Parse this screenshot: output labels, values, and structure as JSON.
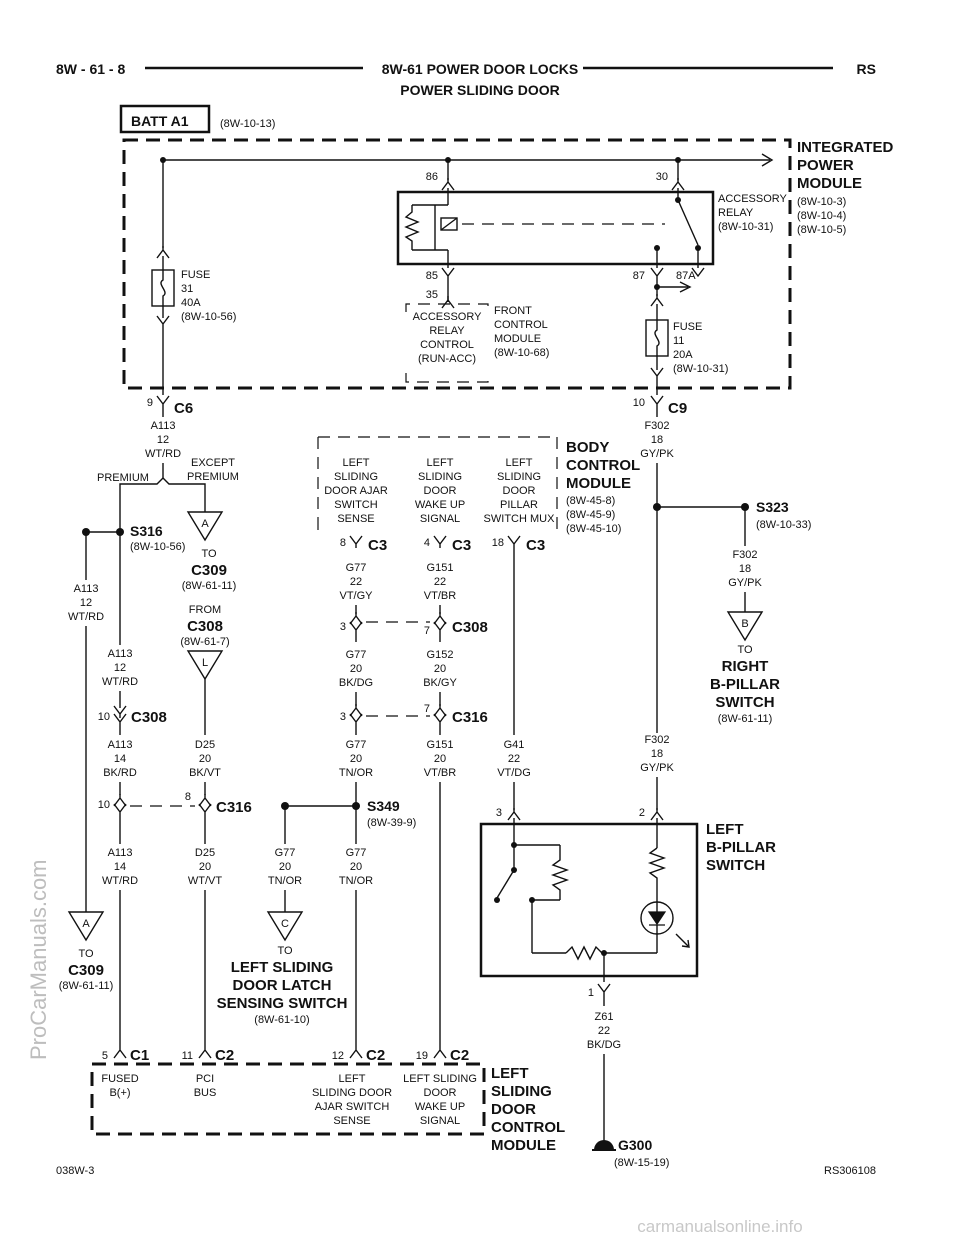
{
  "header": {
    "page": "8W - 61 - 8",
    "title": "8W-61 POWER DOOR LOCKS",
    "subtitle": "POWER SLIDING DOOR",
    "model": "RS"
  },
  "footer": {
    "left": "038W-3",
    "right": "RS306108"
  },
  "watermarks": {
    "side": "ProCarManuals.com",
    "bottom": "carmanualsonline.info"
  },
  "batt": {
    "label": "BATT A1",
    "ref": "(8W-10-13)"
  },
  "ipm": {
    "name": [
      "INTEGRATED",
      "POWER",
      "MODULE"
    ],
    "refs": [
      "(8W-10-3)",
      "(8W-10-4)",
      "(8W-10-5)"
    ],
    "relay": [
      "ACCESSORY",
      "RELAY",
      "(8W-10-31)"
    ],
    "pins": {
      "p86": "86",
      "p30": "30",
      "p85": "85",
      "p87": "87",
      "p87a": "87A"
    },
    "fuse31": [
      "FUSE",
      "31",
      "40A",
      "(8W-10-56)"
    ],
    "fuse11": [
      "FUSE",
      "11",
      "20A",
      "(8W-10-31)"
    ],
    "c6": {
      "pin": "9",
      "name": "C6"
    },
    "c9": {
      "pin": "10",
      "name": "C9"
    }
  },
  "fcm": {
    "pin": "35",
    "box": [
      "ACCESSORY",
      "RELAY",
      "CONTROL",
      "(RUN-ACC)"
    ],
    "name": [
      "FRONT",
      "CONTROL",
      "MODULE",
      "(8W-10-68)"
    ]
  },
  "wires": {
    "a113_12_top": [
      "A113",
      "12",
      "WT/RD"
    ],
    "a113_12_left": [
      "A113",
      "12",
      "WT/RD"
    ],
    "a113_12_mid": [
      "A113",
      "12",
      "WT/RD"
    ],
    "a113_14_bkrd": [
      "A113",
      "14",
      "BK/RD"
    ],
    "a113_14_wtrd": [
      "A113",
      "14",
      "WT/RD"
    ],
    "d25_bkvt": [
      "D25",
      "20",
      "BK/VT"
    ],
    "d25_wtvt": [
      "D25",
      "20",
      "WT/VT"
    ],
    "g77_22": [
      "G77",
      "22",
      "VT/GY"
    ],
    "g77_bkdg": [
      "G77",
      "20",
      "BK/DG"
    ],
    "g77_tnor_a": [
      "G77",
      "20",
      "TN/OR"
    ],
    "g77_tnor_b": [
      "G77",
      "20",
      "TN/OR"
    ],
    "g77_tnor_c": [
      "G77",
      "20",
      "TN/OR"
    ],
    "g151_22": [
      "G151",
      "22",
      "VT/BR"
    ],
    "g152": [
      "G152",
      "20",
      "BK/GY"
    ],
    "g151_20": [
      "G151",
      "20",
      "VT/BR"
    ],
    "g41": [
      "G41",
      "22",
      "VT/DG"
    ],
    "f302_top": [
      "F302",
      "18",
      "GY/PK"
    ],
    "f302_mid": [
      "F302",
      "18",
      "GY/PK"
    ],
    "f302_low": [
      "F302",
      "18",
      "GY/PK"
    ],
    "z61": [
      "Z61",
      "22",
      "BK/DG"
    ]
  },
  "premium": {
    "left": "PREMIUM",
    "right": [
      "EXCEPT",
      "PREMIUM"
    ]
  },
  "splices": {
    "s316": {
      "name": "S316",
      "ref": "(8W-10-56)"
    },
    "s323": {
      "name": "S323",
      "ref": "(8W-10-33)"
    },
    "s349": {
      "name": "S349",
      "ref": "(8W-39-9)"
    }
  },
  "links": {
    "a_top": {
      "letter": "A",
      "to": "TO",
      "conn": "C309",
      "ref": "(8W-61-11)"
    },
    "l_from": {
      "letter": "L",
      "from": "FROM",
      "conn": "C308",
      "ref": "(8W-61-7)"
    },
    "b_right": {
      "letter": "B",
      "to": "TO",
      "name": [
        "RIGHT",
        "B-PILLAR",
        "SWITCH"
      ],
      "ref": "(8W-61-11)"
    },
    "a_bottom": {
      "letter": "A",
      "to": "TO",
      "conn": "C309",
      "ref": "(8W-61-11)"
    },
    "c_latch": {
      "letter": "C",
      "to": "TO",
      "name": [
        "LEFT SLIDING",
        "DOOR LATCH",
        "SENSING SWITCH"
      ],
      "ref": "(8W-61-10)"
    }
  },
  "bcm": {
    "name": [
      "BODY",
      "CONTROL",
      "MODULE"
    ],
    "refs": [
      "(8W-45-8)",
      "(8W-45-9)",
      "(8W-45-10)"
    ],
    "func1": [
      "LEFT",
      "SLIDING",
      "DOOR AJAR",
      "SWITCH",
      "SENSE"
    ],
    "func2": [
      "LEFT",
      "SLIDING",
      "DOOR",
      "WAKE UP",
      "SIGNAL"
    ],
    "func3": [
      "LEFT",
      "SLIDING",
      "DOOR",
      "PILLAR",
      "SWITCH MUX"
    ],
    "c3a": {
      "pin": "8",
      "name": "C3"
    },
    "c3b": {
      "pin": "4",
      "name": "C3"
    },
    "c3c": {
      "pin": "18",
      "name": "C3"
    }
  },
  "connectors": {
    "c308_left": {
      "pin": "10",
      "name": "C308"
    },
    "c308_mid": {
      "pin_a": "3",
      "pin_b": "7",
      "name": "C308"
    },
    "c316_mid": {
      "pin_a": "3",
      "pin_b": "7",
      "name": "C316"
    },
    "c316_left": {
      "pin_a": "10",
      "pin_b": "8",
      "name": "C316"
    }
  },
  "bpillar": {
    "name": [
      "LEFT",
      "B-PILLAR",
      "SWITCH"
    ],
    "pin3": "3",
    "pin2": "2",
    "pin1": "1"
  },
  "ground": {
    "name": "G300",
    "ref": "(8W-15-19)"
  },
  "sdcm": {
    "name": [
      "LEFT",
      "SLIDING",
      "DOOR",
      "CONTROL",
      "MODULE"
    ],
    "c1": {
      "pin": "5",
      "name": "C1",
      "func": [
        "FUSED",
        "B(+)"
      ]
    },
    "c2a": {
      "pin": "11",
      "name": "C2",
      "func": [
        "PCI",
        "BUS"
      ]
    },
    "c2b": {
      "pin": "12",
      "name": "C2",
      "func": [
        "LEFT",
        "SLIDING DOOR",
        "AJAR SWITCH",
        "SENSE"
      ]
    },
    "c2c": {
      "pin": "19",
      "name": "C2",
      "func": [
        "LEFT SLIDING",
        "DOOR",
        "WAKE UP",
        "SIGNAL"
      ]
    }
  }
}
